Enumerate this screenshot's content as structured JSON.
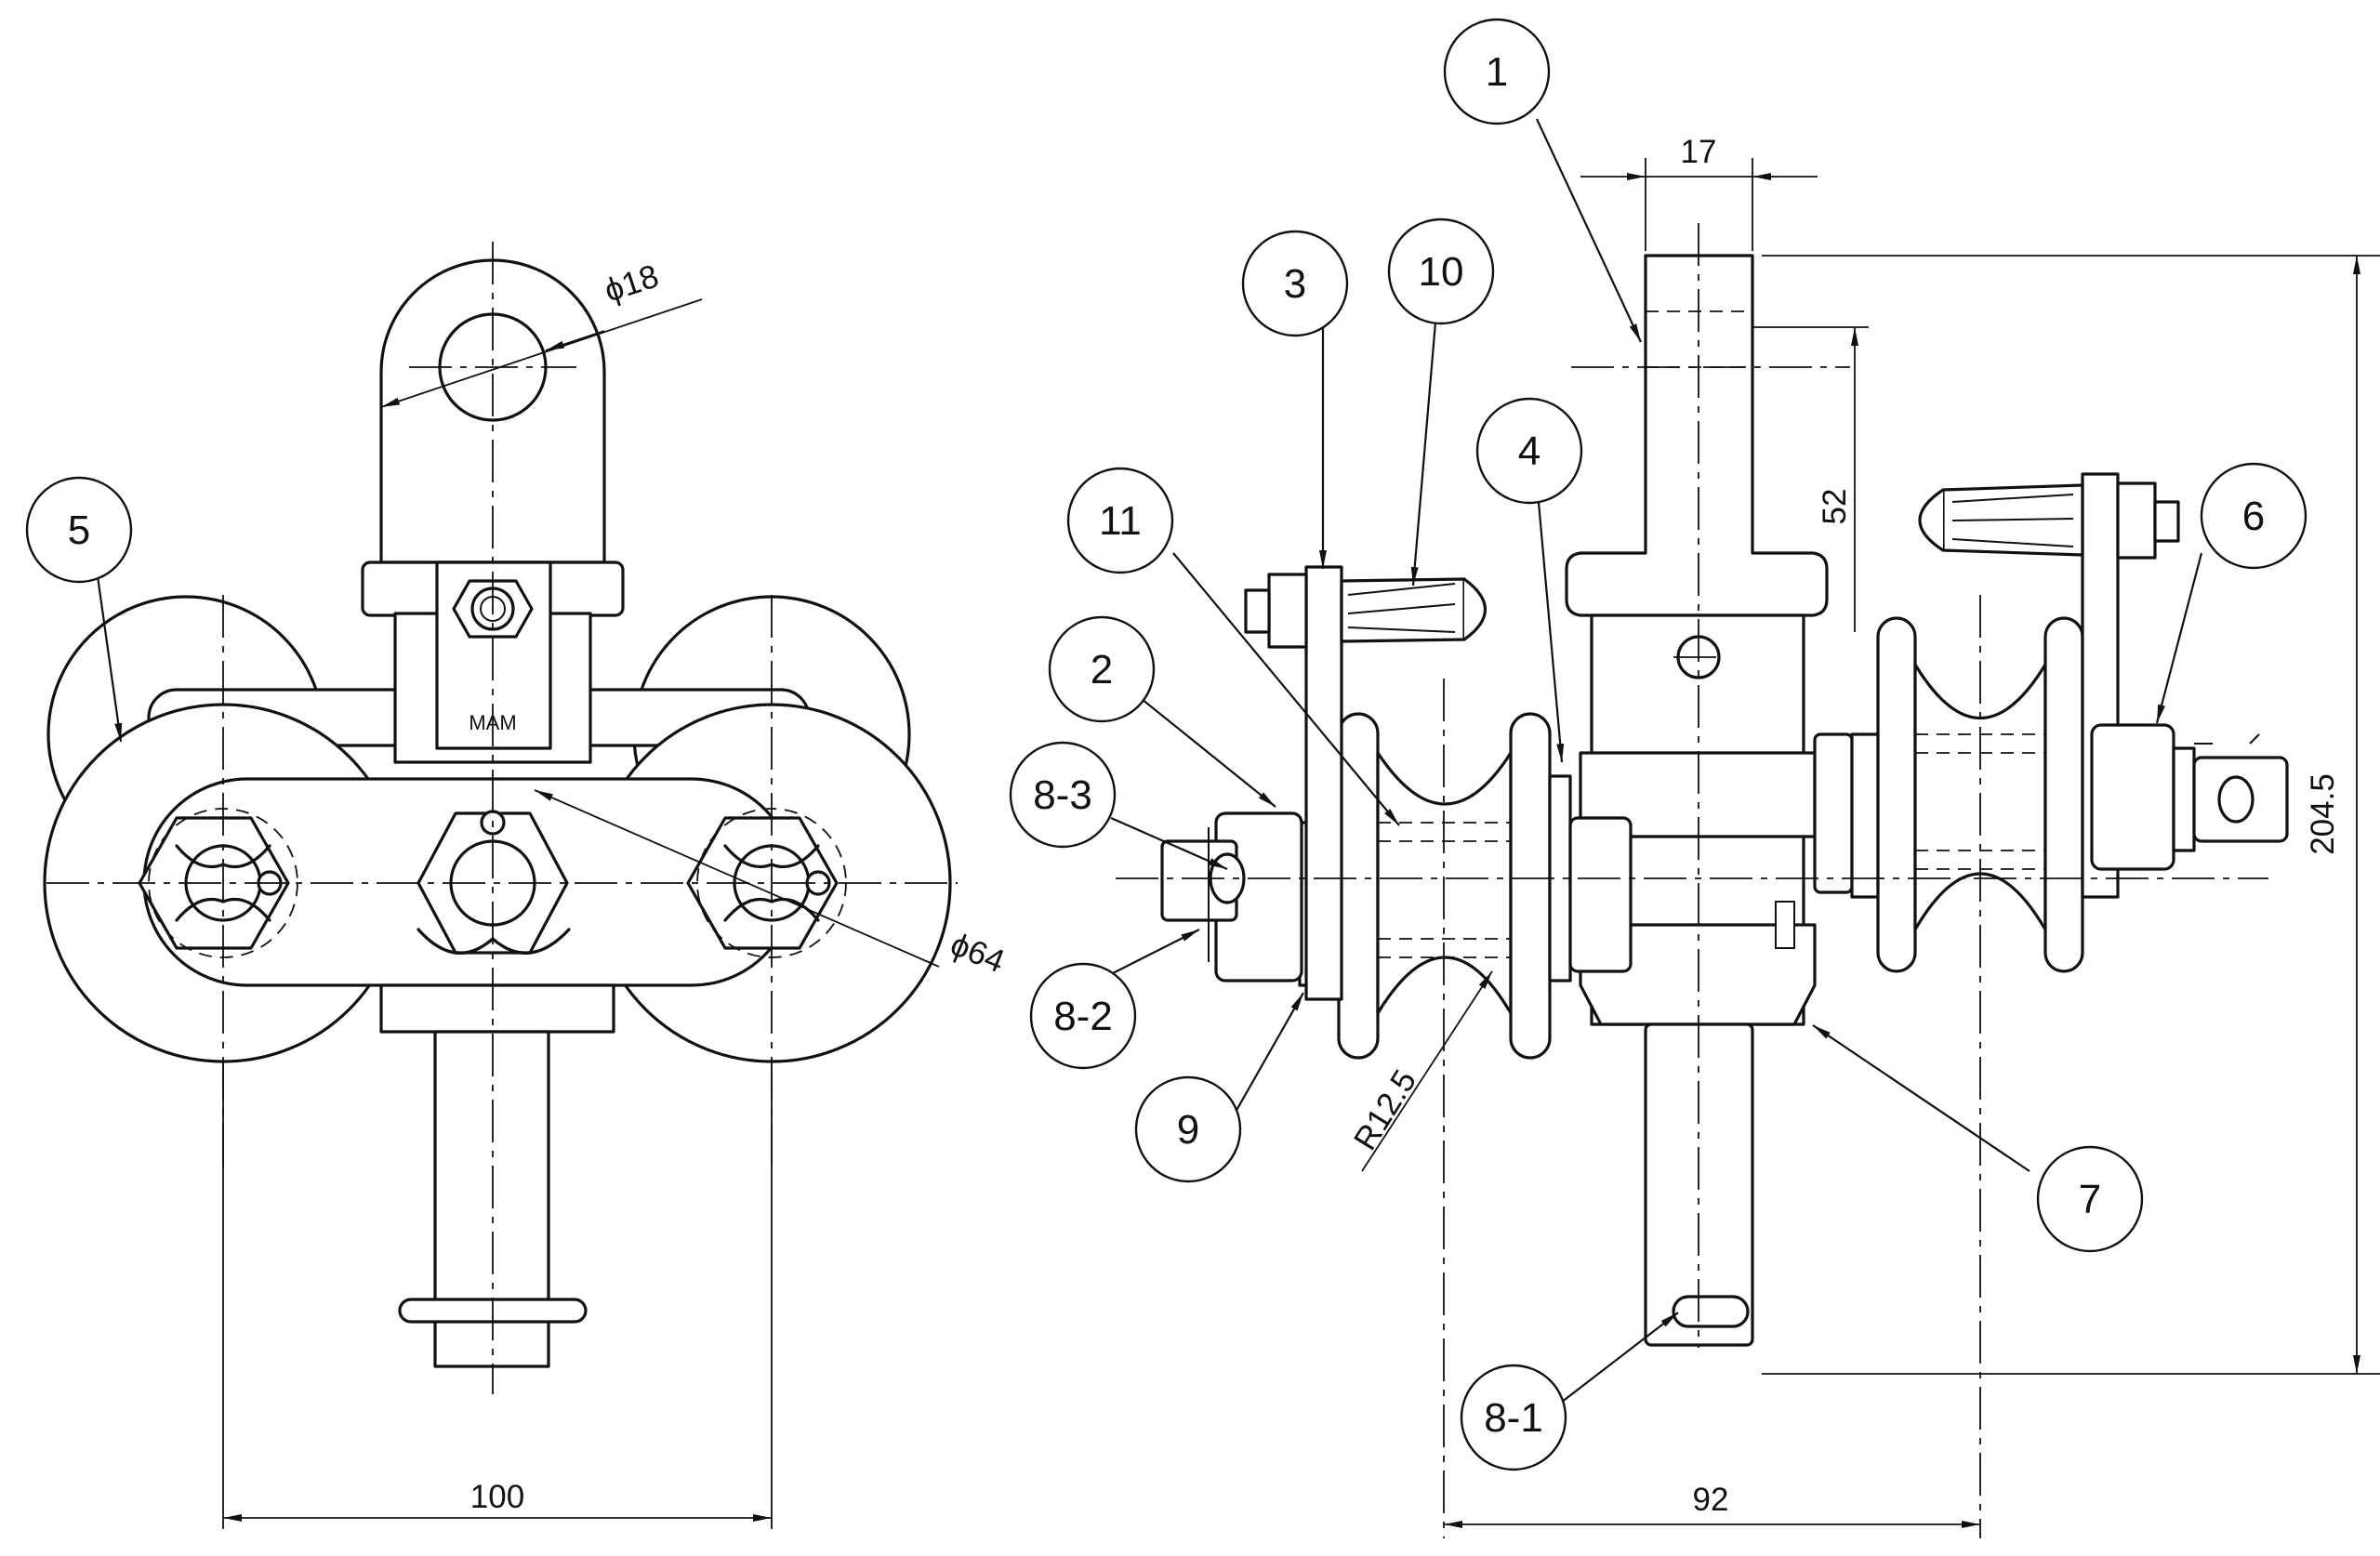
{
  "drawing": {
    "balloons": [
      {
        "id": "b1",
        "label": "1"
      },
      {
        "id": "b2",
        "label": "2"
      },
      {
        "id": "b3",
        "label": "3"
      },
      {
        "id": "b4",
        "label": "4"
      },
      {
        "id": "b5",
        "label": "5"
      },
      {
        "id": "b6",
        "label": "6"
      },
      {
        "id": "b7",
        "label": "7"
      },
      {
        "id": "b81",
        "label": "8-1"
      },
      {
        "id": "b82",
        "label": "8-2"
      },
      {
        "id": "b83",
        "label": "8-3"
      },
      {
        "id": "b9",
        "label": "9"
      },
      {
        "id": "b10",
        "label": "10"
      },
      {
        "id": "b11",
        "label": "11"
      }
    ],
    "dimensions": {
      "hole_diameter": "ϕ18",
      "wheel_diameter": "ϕ64",
      "wheel_spacing": "100",
      "width_top_lug": "17",
      "height_52": "52",
      "overall_height": "204.5",
      "groove_radius": "R12.5",
      "overall_width": "92"
    },
    "marking": "MAM"
  }
}
